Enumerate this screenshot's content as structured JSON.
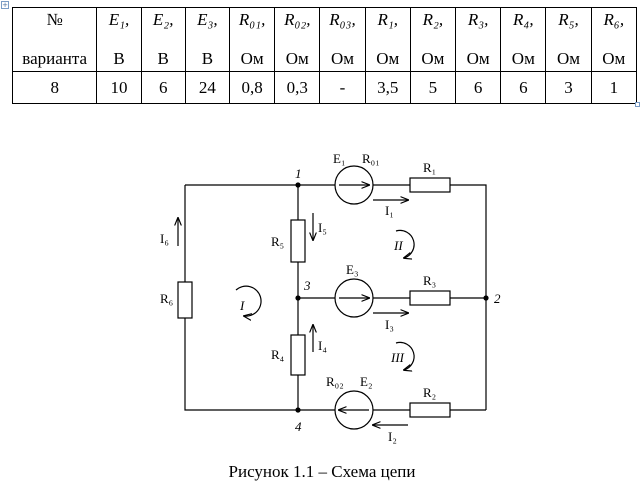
{
  "table": {
    "header_top": [
      "№",
      "E₁,",
      "E₂,",
      "E₃,",
      "R₀₁,",
      "R₀₂,",
      "R₀₃,",
      "R₁,",
      "R₂,",
      "R₃,",
      "R₄,",
      "R₅,",
      "R₆,"
    ],
    "header_bottom": [
      "варианта",
      "В",
      "В",
      "В",
      "Ом",
      "Ом",
      "Ом",
      "Ом",
      "Ом",
      "Ом",
      "Ом",
      "Ом",
      "Ом"
    ],
    "values": [
      "8",
      "10",
      "6",
      "24",
      "0,8",
      "0,3",
      "-",
      "3,5",
      "5",
      "6",
      "6",
      "3",
      "1"
    ]
  },
  "circuit": {
    "nodes": {
      "n1": "1",
      "n2": "2",
      "n3": "3",
      "n4": "4"
    },
    "resistors": {
      "r1": "R₁",
      "r2": "R₂",
      "r3": "R₃",
      "r4": "R₄",
      "r5": "R₅",
      "r6": "R₆"
    },
    "sources": {
      "e1": "E₁",
      "e2": "E₂",
      "e3": "E₃",
      "r01": "R₀₁",
      "r02": "R₀₂"
    },
    "currents": {
      "i1": "I₁",
      "i2": "I₂",
      "i3": "I₃",
      "i4": "I₄",
      "i5": "I₅",
      "i6": "I₆"
    },
    "loops": {
      "l1": "I",
      "l2": "II",
      "l3": "III"
    }
  },
  "caption": "Рисунок 1.1 – Схема цепи"
}
